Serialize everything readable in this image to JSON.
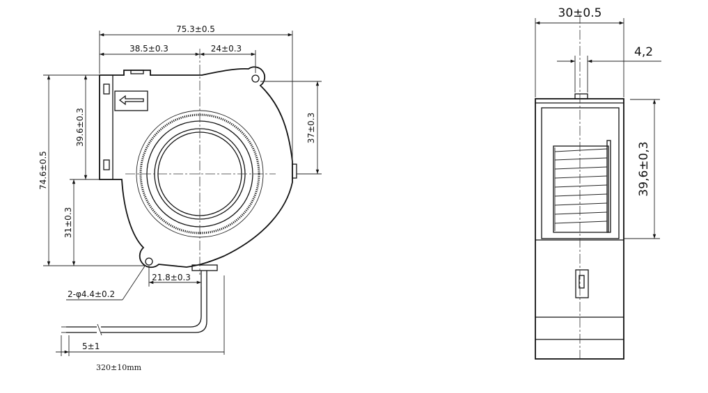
{
  "front_view": {
    "overall_width": "75.3±0.5",
    "left_offset": "38.5±0.3",
    "right_offset": "24±0.3",
    "overall_height": "74.6±0.5",
    "outlet_height": "39.6±0.3",
    "lower_height": "31±0.3",
    "right_hole_height": "37±0.3",
    "wire_offset": "21.8±0.3",
    "hole_spec": "2-φ4.4±0.2",
    "strip_length": "5±1",
    "cable_length": "320±10mm"
  },
  "side_view": {
    "thickness": "30±0.5",
    "slot_width": "4,2",
    "outlet_height": "39,6±0,3"
  }
}
